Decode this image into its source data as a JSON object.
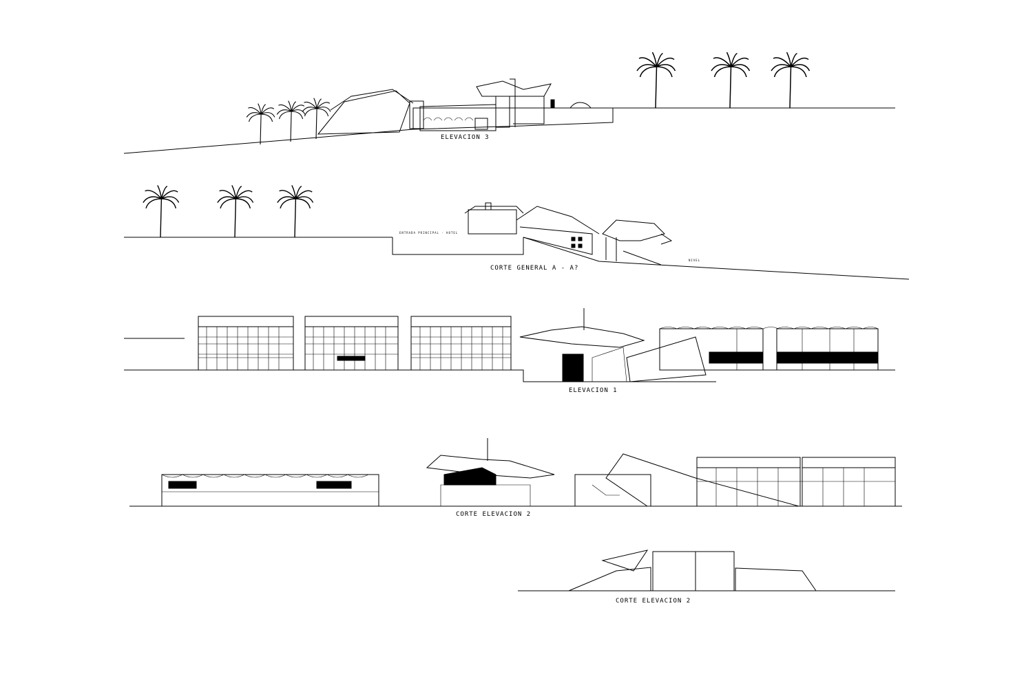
{
  "captions": {
    "elevacion_3": "ELEVACION 3",
    "corte_general": "CORTE GENERAL A - A?",
    "elevacion_1": "ELEVACION 1",
    "corte_elevacion_2a": "CORTE ELEVACION 2",
    "corte_elevacion_2b": "CORTE ELEVACION 2"
  },
  "section_labels": {
    "acceso_principal": "ENTRADA PRINCIPAL - HOTEL",
    "nivel": "NIVEL"
  },
  "colors": {
    "ink": "#000000",
    "paper": "#ffffff"
  }
}
